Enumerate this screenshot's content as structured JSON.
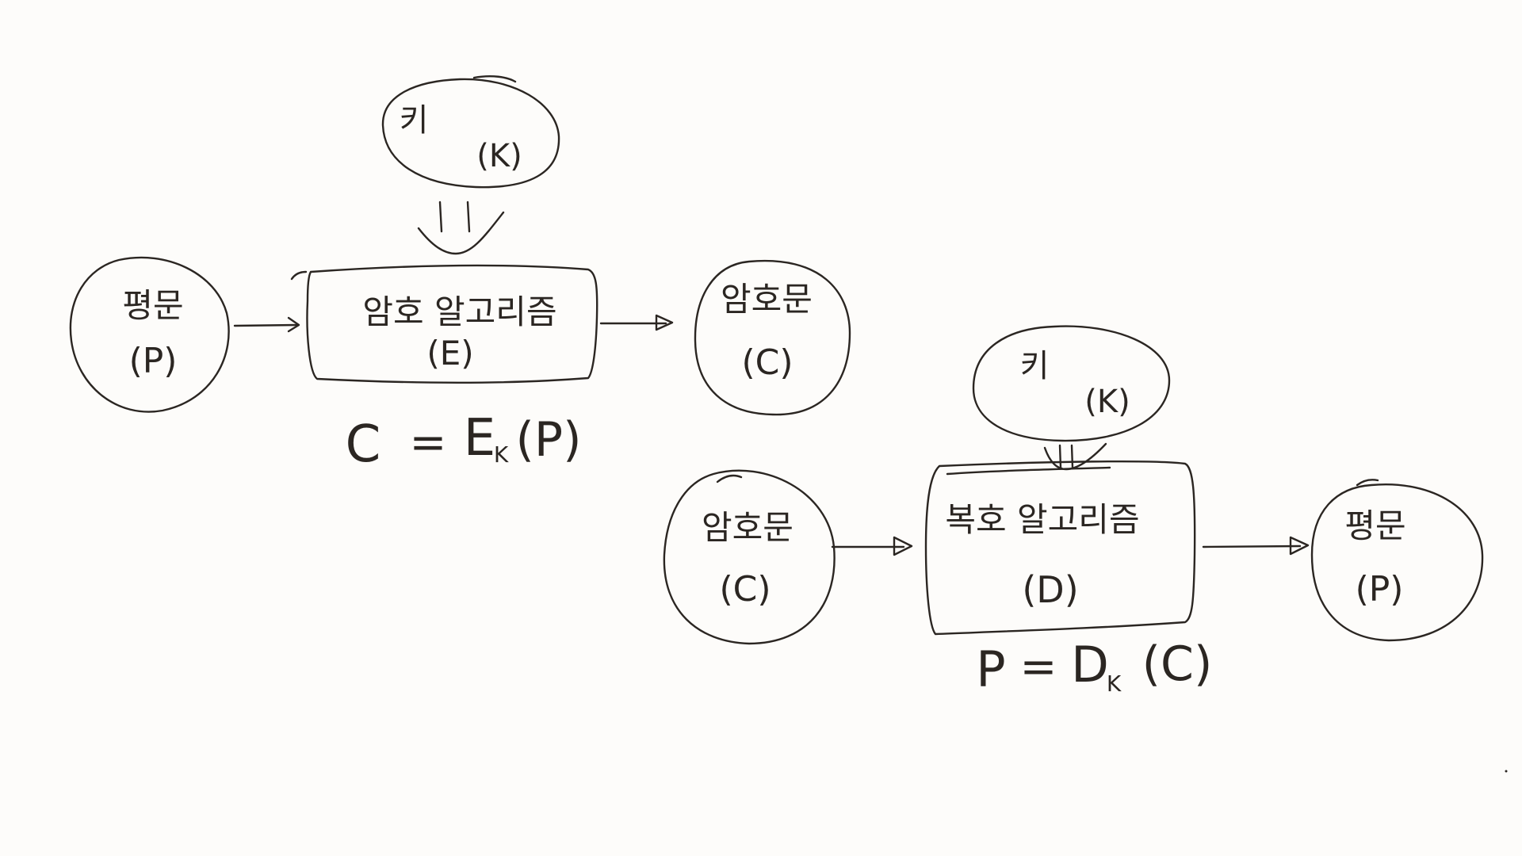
{
  "encryption": {
    "plaintext": {
      "label": "평문",
      "symbol": "(P)"
    },
    "key": {
      "label": "키",
      "symbol": "(K)"
    },
    "algorithm": {
      "label": "암호 알고리즘",
      "symbol": "(E)"
    },
    "ciphertext": {
      "label": "암호문",
      "symbol": "(C)"
    },
    "formula": {
      "lhs": "C",
      "eq": "=",
      "fn": "E",
      "sub": "K",
      "arg": "(P)"
    }
  },
  "decryption": {
    "ciphertext": {
      "label": "암호문",
      "symbol": "(C)"
    },
    "key": {
      "label": "키",
      "symbol": "(K)"
    },
    "algorithm": {
      "label": "복호 알고리즘",
      "symbol": "(D)"
    },
    "plaintext": {
      "label": "평문",
      "symbol": "(P)"
    },
    "formula": {
      "lhs": "P",
      "eq": "=",
      "fn": "D",
      "sub": "K",
      "arg": "(C)"
    }
  },
  "colors": {
    "ink": "#2b2622",
    "paper": "#fdfcfa"
  }
}
